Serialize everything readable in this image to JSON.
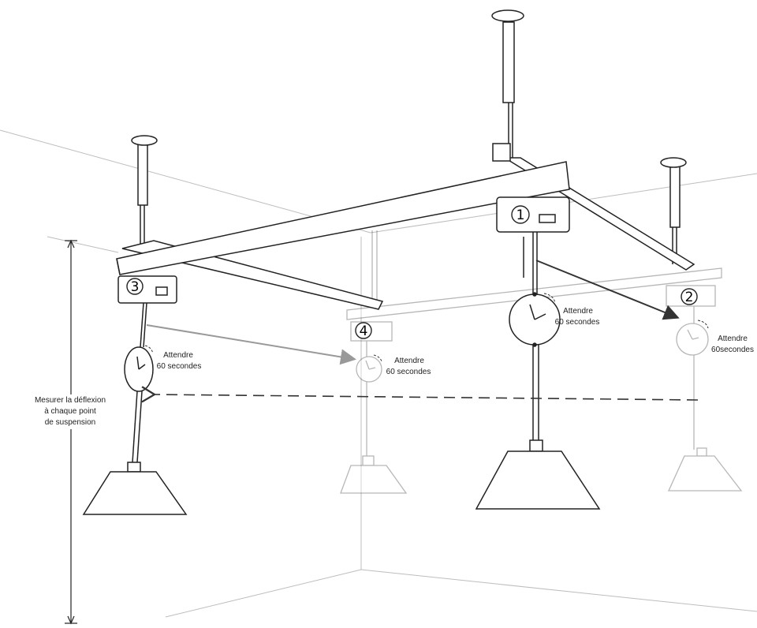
{
  "measure_label": {
    "line1": "Mesurer la déflexion",
    "line2": "à chaque point",
    "line3": "de suspension"
  },
  "wait_label": {
    "line1": "Attendre",
    "line2": "60 secondes",
    "line2_tight": "60secondes"
  },
  "points": [
    "1",
    "2",
    "3",
    "4"
  ]
}
